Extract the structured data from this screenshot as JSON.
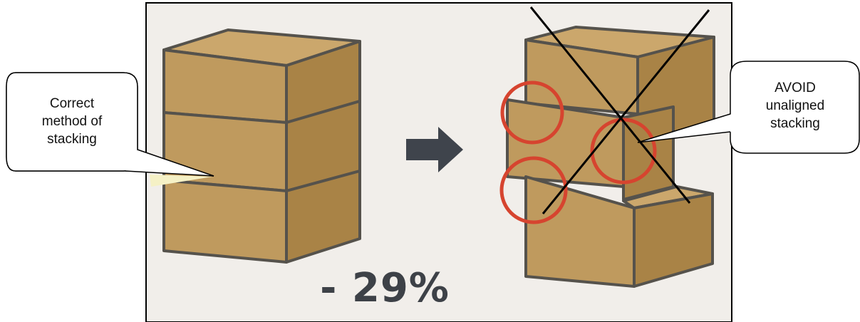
{
  "callouts": {
    "correct": {
      "line1": "Correct",
      "line2": "method of",
      "line3": "stacking"
    },
    "avoid": {
      "line1": "AVOID",
      "line2": "unaligned",
      "line3": "stacking"
    }
  },
  "reduction_label": "- 29%",
  "colors": {
    "box_face": "#bf9a5e",
    "box_top": "#cba76c",
    "box_side": "#a98346",
    "outline": "#55524c",
    "circle": "#d6442f",
    "arrow": "#3f444c",
    "panel_bg": "#f1eeea",
    "pointer_fill": "#f5f1c6"
  },
  "icons": [
    "arrow-right-icon",
    "cross-mark-icon",
    "warning-circle-icon"
  ]
}
